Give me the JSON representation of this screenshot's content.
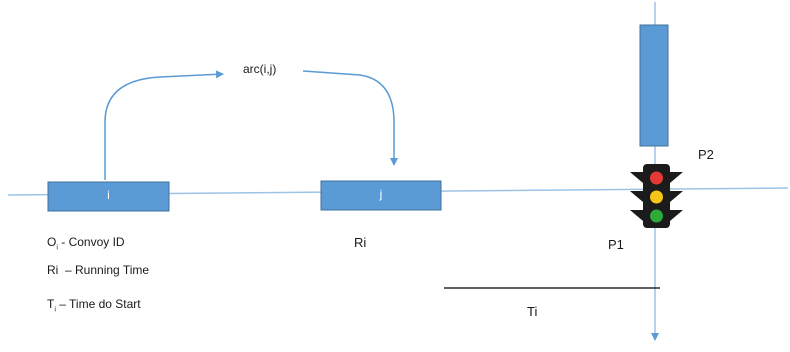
{
  "colors": {
    "box_fill": "#5b9bd5",
    "box_stroke": "#41719c",
    "line": "#9dc3e6",
    "arrow": "#5b9bd5",
    "light_body": "#1b1b1b",
    "red": "#e53935",
    "amber": "#f5c518",
    "green": "#2eaa3a"
  },
  "icons": [
    "traffic-light-icon"
  ],
  "nodes": {
    "node_i_label": "i",
    "node_j_label": "j"
  },
  "arc_label": "arc(i,j)",
  "legend": {
    "o_main": "O",
    "o_sub": "i",
    "o_text": " - Convoy ID",
    "r_main": "Ri",
    "r_text": "  – Running Time",
    "t_main": "T",
    "t_sub": "i",
    "t_text": " – Time do Start"
  },
  "labels": {
    "ri": "Ri",
    "ti": "Ti",
    "p1": "P1",
    "p2": "P2"
  }
}
